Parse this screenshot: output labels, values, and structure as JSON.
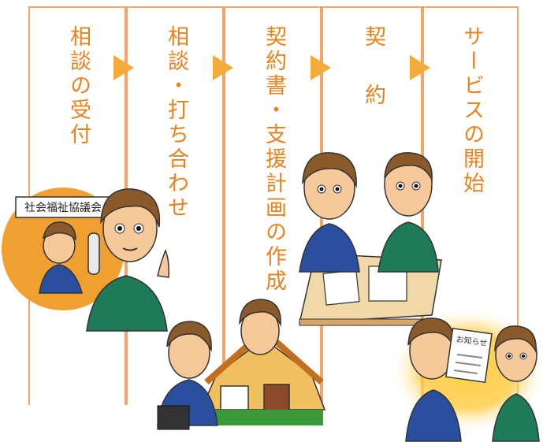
{
  "steps": [
    {
      "label": "相談の受付"
    },
    {
      "label": "相談・打ち合わせ"
    },
    {
      "label": "契約書・支援計画の作成"
    },
    {
      "label": "契　約"
    },
    {
      "label": "サービスの開始"
    }
  ],
  "illustrations": {
    "sign_text": "社会福祉協議会",
    "paper_text": "お知らせ"
  },
  "colors": {
    "border": "#f0a46a",
    "text": "#e8821e",
    "arrow": "#f5ab3a",
    "circle": "#f0a030",
    "suit": "#2a4f9e",
    "sweater": "#1f7a5a"
  }
}
